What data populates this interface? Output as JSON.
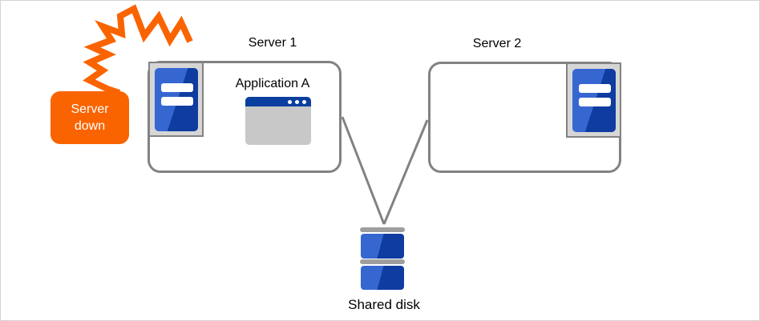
{
  "theme": {
    "accent-orange": "#FA6400",
    "blue-light": "#3667D1",
    "blue-dark": "#0E3C9F",
    "titlebar-blue": "#0A3F9F",
    "line-gray": "#828282",
    "frame-gray": "#D6D6D6",
    "window-gray": "#C8C8C8",
    "disk-bar-gray": "#9E9E9E",
    "canvas-border": "#D4D4D4",
    "text-color": "#000000"
  },
  "badge": {
    "lines": [
      "Server",
      "down"
    ]
  },
  "nodes": {
    "server1": {
      "label": "Server 1",
      "application_label": "Application A",
      "status_badge": "Server down"
    },
    "server2": {
      "label": "Server 2"
    },
    "shared_disk": {
      "label": "Shared disk"
    }
  },
  "connections": [
    {
      "from": "server1",
      "to": "shared_disk"
    },
    {
      "from": "server2",
      "to": "shared_disk"
    }
  ],
  "icons": {
    "crash": "crash-burst-icon",
    "server": "server-tower-icon",
    "application": "application-window-icon",
    "disk": "shared-disk-icon"
  }
}
